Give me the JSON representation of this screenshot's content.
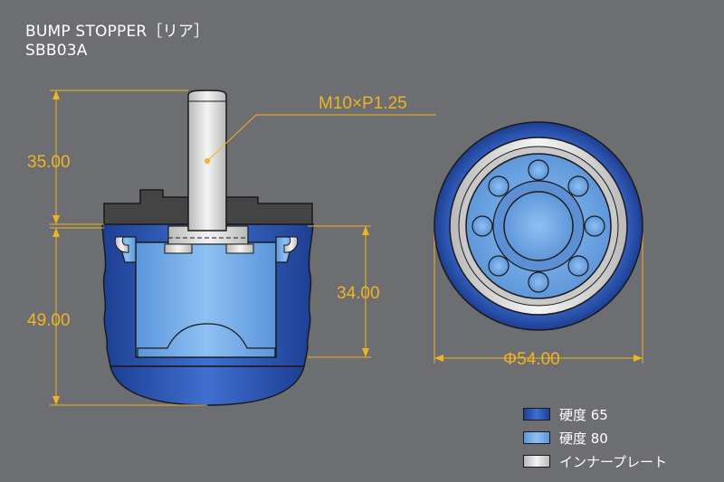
{
  "header": {
    "title": "BUMP STOPPER［リア］",
    "model": "SBB03A"
  },
  "dimensions": {
    "thread": "M10×P1.25",
    "stud_height": "35.00",
    "body_height": "49.00",
    "inner_height": "34.00",
    "diameter": "Φ54.00"
  },
  "legend": [
    {
      "label": "硬度 65",
      "color": "#2d56b7"
    },
    {
      "label": "硬度 80",
      "color": "#6ea6e6"
    },
    {
      "label": "インナープレート",
      "color": "#e6e6e6"
    }
  ],
  "colors": {
    "background": "#6d6e71",
    "dimension": "#f0b323",
    "outline": "#1a1a1a"
  }
}
